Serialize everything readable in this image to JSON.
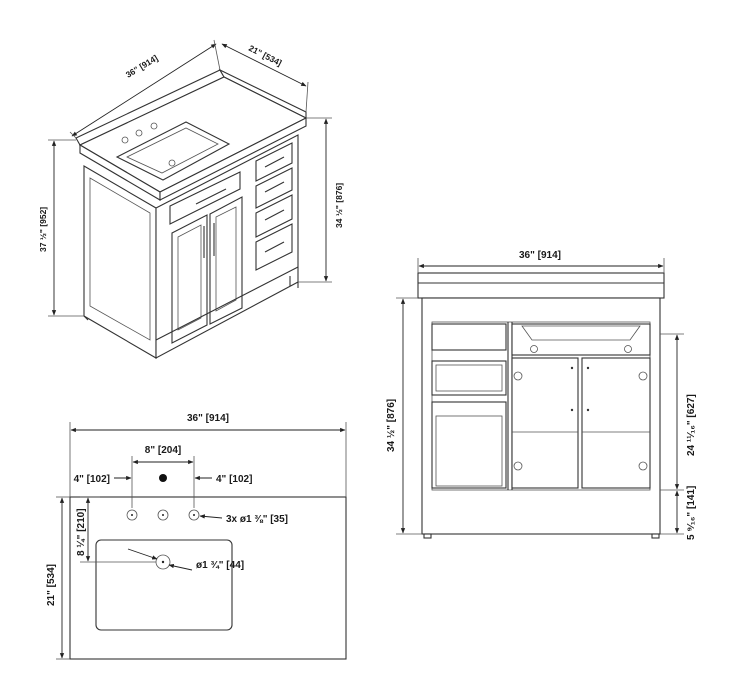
{
  "labels": {
    "iso_width": "36\" [914]",
    "iso_depth": "21\" [534]",
    "iso_total_height": "37 ½\" [952]",
    "iso_cabinet_height": "34 ½\" [876]",
    "front_width": "36\" [914]",
    "front_height": "34 ½\" [876]",
    "front_door_height": "24 ¹¹⁄₁₆\" [627]",
    "front_toe_kick": "5 ⁹⁄₁₆\" [141]",
    "top_width": "36\" [914]",
    "top_spread": "8\" [204]",
    "top_left_offset": "4\" [102]",
    "top_right_offset": "4\" [102]",
    "top_holes": "3x ø1 ⅜\" [35]",
    "top_hole_depth": "8 ¼\" [210]",
    "top_drain": "ø1 ¾\" [44]",
    "top_depth": "21\" [534]"
  }
}
